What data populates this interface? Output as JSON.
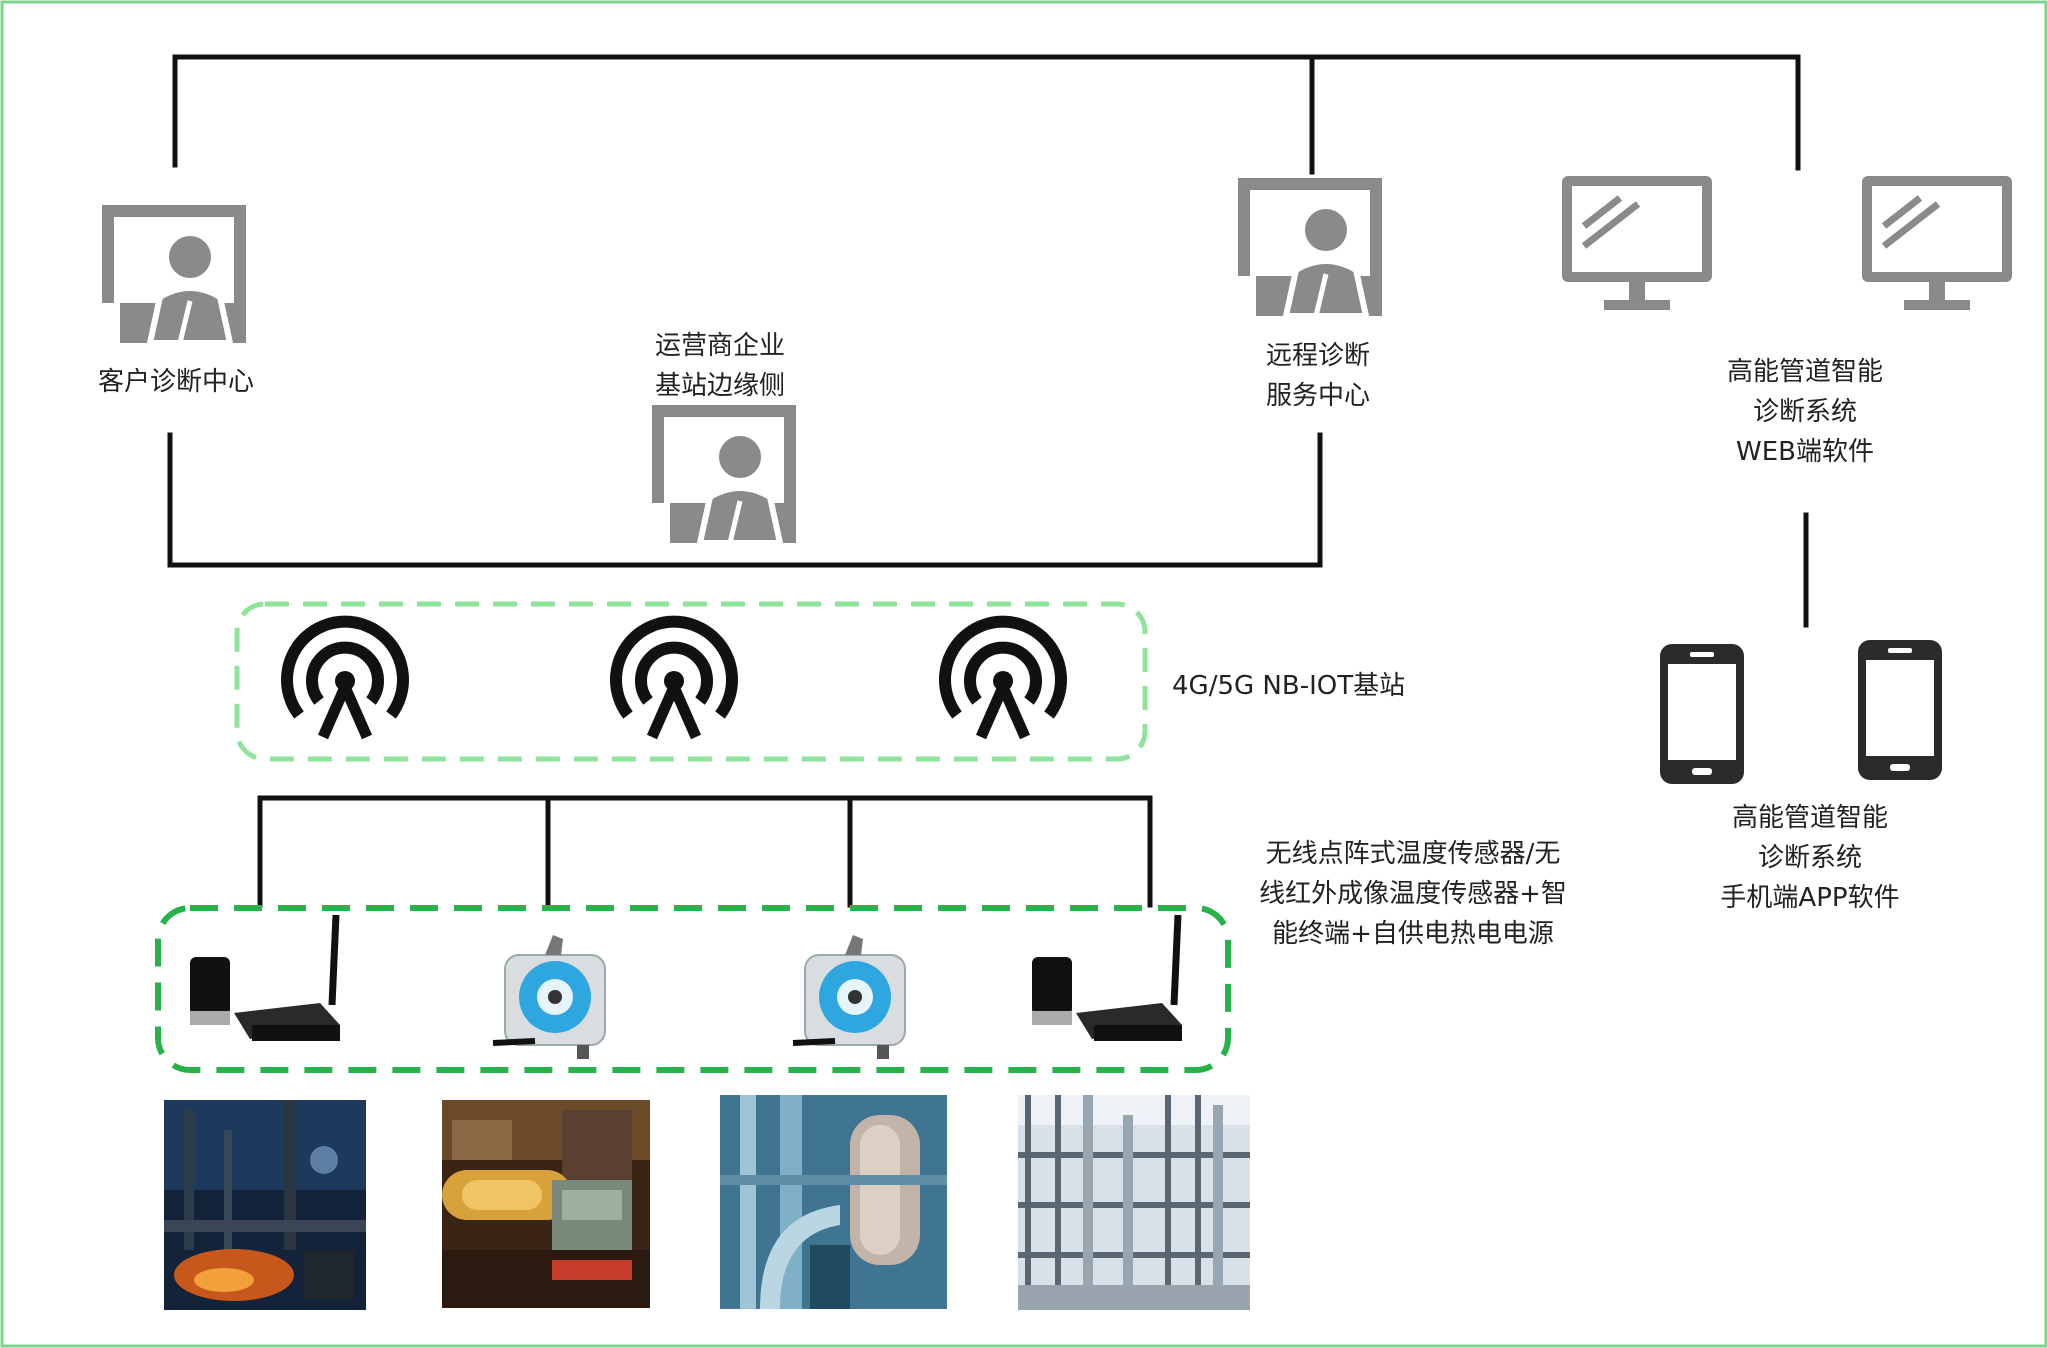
{
  "nodes": {
    "customer_center": {
      "lines": [
        "客户诊断中心"
      ]
    },
    "operator_edge": {
      "lines": [
        "运营商企业",
        "基站边缘侧"
      ]
    },
    "remote_center": {
      "lines": [
        "远程诊断",
        "服务中心"
      ]
    },
    "web_software": {
      "lines": [
        "高能管道智能",
        "诊断系统",
        "WEB端软件"
      ]
    },
    "base_station": {
      "lines": [
        "4G/5G NB-IOT基站"
      ]
    },
    "sensors": {
      "lines": [
        "无线点阵式温度传感器/无",
        "线红外成像温度传感器+智",
        "能终端+自供电热电电源"
      ]
    },
    "app_software": {
      "lines": [
        "高能管道智能",
        "诊断系统",
        "手机端APP软件"
      ]
    }
  },
  "colors": {
    "frame": "#7fd38f",
    "line": "#111111",
    "icon_gray": "#8a8a8a",
    "antenna_box": "#8fe39a",
    "device_box": "#27b24a",
    "sensor_blue": "#2ea7e0"
  }
}
